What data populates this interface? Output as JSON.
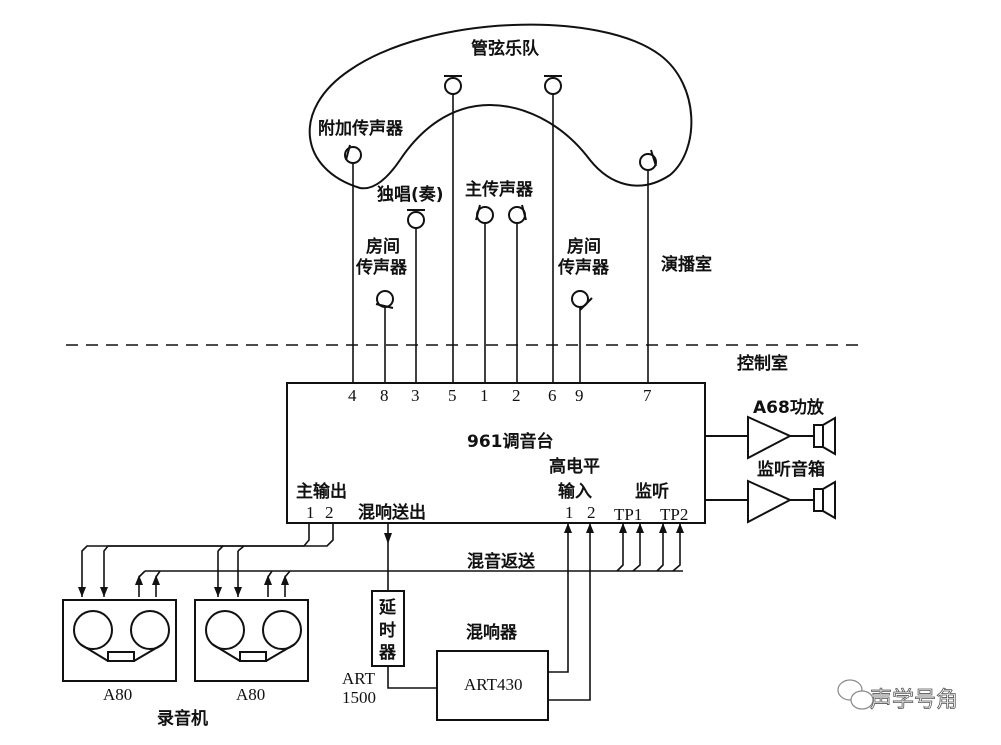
{
  "labels": {
    "orchestra": "管弦乐队",
    "extra_mic": "附加传声器",
    "solo": "独唱(奏)",
    "main_mic": "主传声器",
    "room_mic_left_1": "房间",
    "room_mic_left_2": "传声器",
    "room_mic_right_1": "房间",
    "room_mic_right_2": "传声器",
    "studio": "演播室",
    "control_room": "控制室",
    "console": "961调音台",
    "high_level": "高电平",
    "input": "输入",
    "monitor": "监听",
    "main_out": "主输出",
    "reverb_send": "混响送出",
    "reverb_return": "混音返送",
    "amp": "A68功放",
    "monitor_speaker": "监听音箱",
    "delay_1": "延",
    "delay_2": "时",
    "delay_3": "器",
    "delay_model_1": "ART",
    "delay_model_2": "1500",
    "reverb_unit": "混响器",
    "reverb_model": "ART430",
    "recorder_1": "A80",
    "recorder_2": "A80",
    "recorders": "录音机",
    "watermark": "声学号角"
  },
  "channels": [
    "4",
    "8",
    "3",
    "5",
    "1",
    "2",
    "6",
    "9",
    "7"
  ],
  "main_out_ports": [
    "1",
    "2"
  ],
  "input_ports": [
    "1",
    "2"
  ],
  "monitor_ports": [
    "TP1",
    "TP2"
  ]
}
